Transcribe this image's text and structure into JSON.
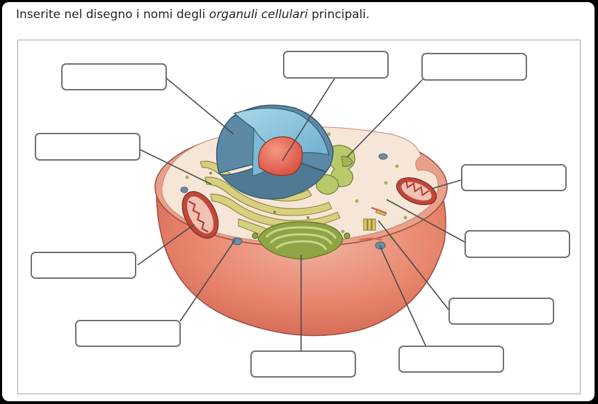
{
  "instruction": {
    "before": "Inserite nel disegno i nomi degli ",
    "emphasis": "organuli cellulari",
    "after": " principali."
  },
  "label_boxes": [
    "",
    "",
    "",
    "",
    "",
    "",
    "",
    "",
    "",
    "",
    "",
    ""
  ],
  "colors": {
    "frame_border": "#9aa6bd",
    "cytoplasm_surface": "#f6e6d7",
    "cell_membrane": "#e58a72",
    "nucleus_envelope": "#5c8aa6",
    "nucleus_interior": "#8ec5de",
    "nucleolus": "#e2604d",
    "endoplasmic_reticulum": "#d6d07f",
    "golgi_apparatus": "#8fa545",
    "mitochondrion": "#c1473a",
    "leader_line": "#4a4a4a",
    "label_border": "#6f6f6f"
  }
}
